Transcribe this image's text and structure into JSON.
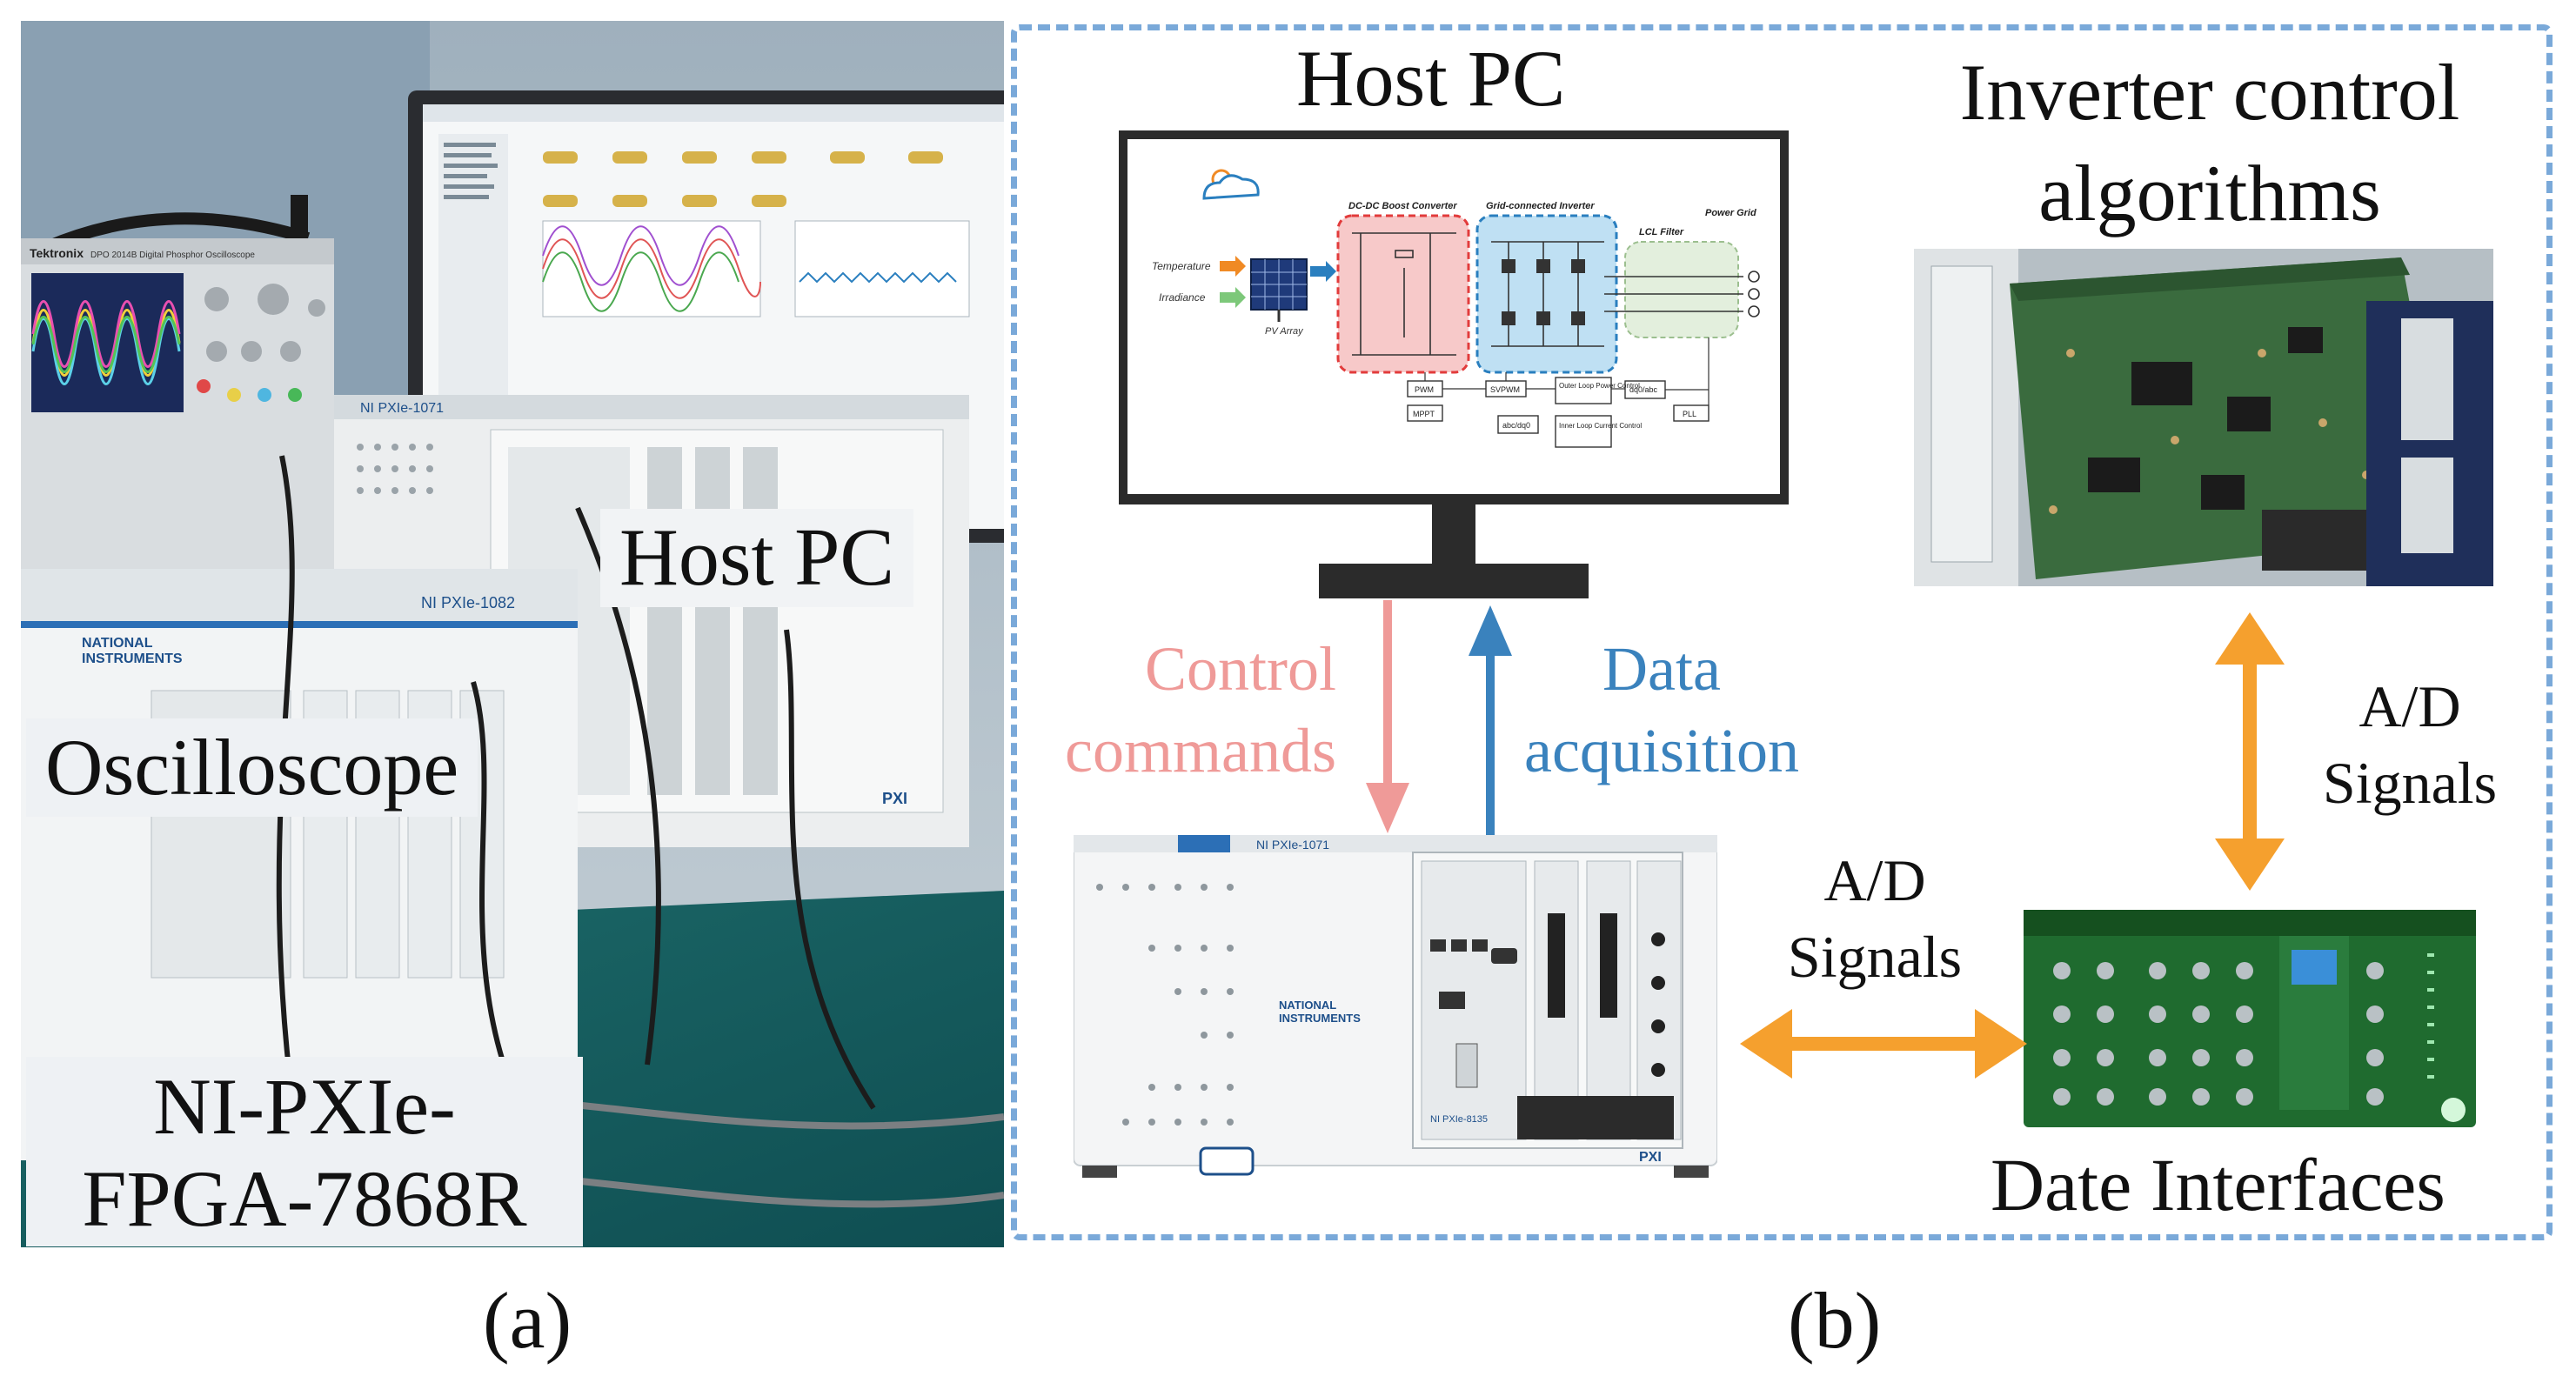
{
  "panel_a": {
    "caption": "(a)",
    "labels": {
      "host_pc": "Host PC",
      "oscilloscope": "Oscilloscope",
      "fpga_line1": "NI-PXIe-",
      "fpga_line2": "FPGA-7868R"
    },
    "photo_text": {
      "tektronix": "Tektronix",
      "scope_model": "DPO 2014B Digital Phosphor Oscilloscope",
      "ni_logo_line1": "NATIONAL",
      "ni_logo_line2": "INSTRUMENTS",
      "chassis_1082": "NI PXIe-1082",
      "chassis_1071": "NI PXIe-1071",
      "pxi": "PXI"
    }
  },
  "panel_b": {
    "caption": "(b)",
    "host_pc_title": "Host PC",
    "inverter_title_line1": "Inverter control",
    "inverter_title_line2": "algorithms",
    "control_commands_line1": "Control",
    "control_commands_line2": "commands",
    "data_acquisition_line1": "Data",
    "data_acquisition_line2": "acquisition",
    "ad_signals_right_line1": "A/D",
    "ad_signals_right_line2": "Signals",
    "ad_signals_bottom_line1": "A/D",
    "ad_signals_bottom_line2": "Signals",
    "date_interfaces": "Date Interfaces",
    "schematic": {
      "temperature": "Temperature",
      "irradiance": "Irradiance",
      "pv_array": "PV Array",
      "dcdc": "DC-DC Boost Converter",
      "inverter": "Grid-connected Inverter",
      "lcl": "LCL Filter",
      "grid": "Power Grid",
      "pwm": "PWM",
      "mppt": "MPPT",
      "svpwm": "SVPWM",
      "outer_loop": "Outer Loop Power Control",
      "inner_loop": "Inner Loop Current Control",
      "abc_dq": "abc/dq0",
      "dq_abc": "dq0/abc",
      "pll": "PLL"
    },
    "chassis_text": {
      "model": "NI PXIe-1071",
      "ni_logo_line1": "NATIONAL",
      "ni_logo_line2": "INSTRUMENTS",
      "controller": "NI PXIe-8135",
      "pxi": "PXI"
    }
  },
  "colors": {
    "dashed_border": "#7aa9d9",
    "control_arrow": "#ef9a98",
    "data_arrow": "#3a82bd",
    "ad_arrow": "#f5a02e",
    "monitor_frame": "#2b2b2b",
    "dcdc_fill": "#f7c9c9",
    "inverter_fill": "#bfe0f3",
    "lcl_fill": "#e3efdd"
  }
}
